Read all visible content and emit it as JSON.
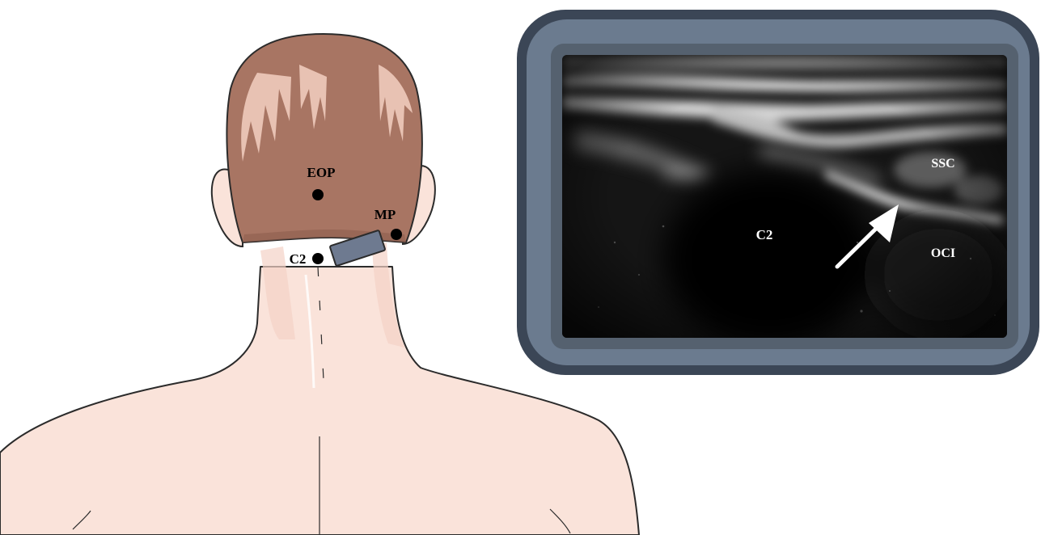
{
  "illustration": {
    "labels": {
      "eop": "EOP",
      "mp": "MP",
      "c2": "C2"
    }
  },
  "ultrasound": {
    "labels": {
      "c2": "C2",
      "ssc": "SSC",
      "oci": "OCI"
    }
  },
  "colors": {
    "skin": "#fae3da",
    "skin_outline": "#2b2b2b",
    "hair": "#a87563",
    "hair_highlight": "#e8c2b3",
    "probe": "#6e7a90",
    "monitor_frame": "#6b7b8f",
    "monitor_frame_dark": "#3b4656",
    "screen": "#0c0c0c",
    "annotation_text": "#ffffff"
  }
}
